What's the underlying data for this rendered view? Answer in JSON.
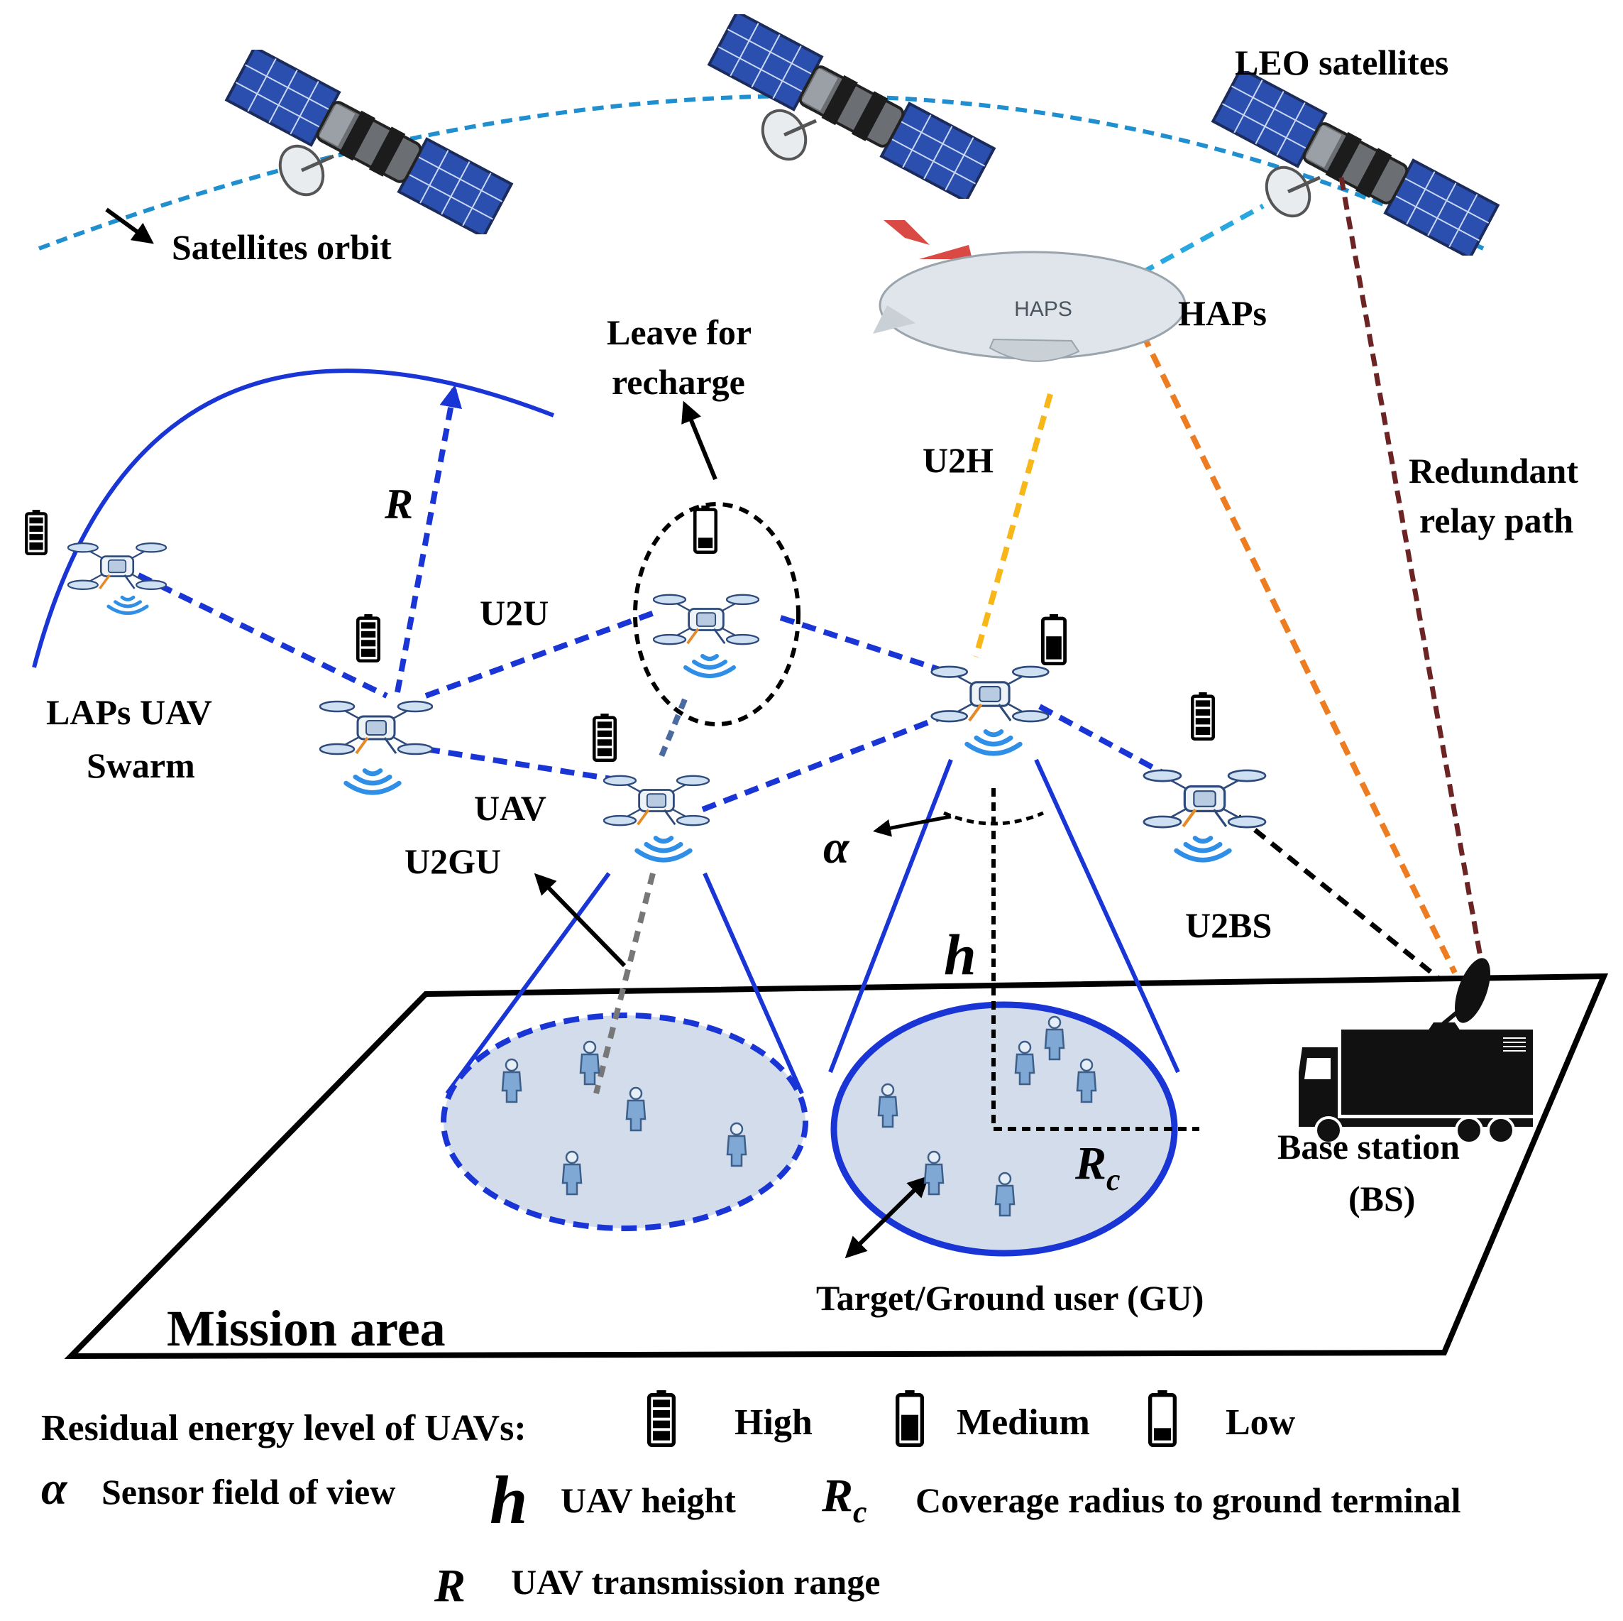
{
  "labels": {
    "leo_satellites": "LEO satellites",
    "satellites_orbit": "Satellites orbit",
    "haps_body": "HAPS",
    "haps": "HAPs",
    "leave_for_recharge_1": "Leave for",
    "leave_for_recharge_2": "recharge",
    "u2h": "U2H",
    "redundant_relay_1": "Redundant",
    "redundant_relay_2": "relay path",
    "r_symbol": "R",
    "u2u": "U2U",
    "laps_1": "LAPs UAV",
    "laps_2": "Swarm",
    "uav": "UAV",
    "u2gu": "U2GU",
    "alpha": "α",
    "h_symbol": "h",
    "u2bs": "U2BS",
    "rc_main": "R",
    "rc_sub": "c",
    "base_station_1": "Base station",
    "base_station_2": "(BS)",
    "target_gu": "Target/Ground user (GU)",
    "mission_area": "Mission area"
  },
  "legend": {
    "energy_title": "Residual energy level of UAVs:",
    "high": "High",
    "medium": "Medium",
    "low": "Low",
    "alpha_symbol": "α",
    "alpha_desc": "Sensor field of view",
    "h_symbol": "h",
    "h_desc": "UAV height",
    "rc_symbol": "R",
    "rc_sub": "c",
    "rc_desc": "Coverage radius to ground terminal",
    "r_symbol": "R",
    "r_desc": "UAV transmission range"
  },
  "colors": {
    "uav_link": "#1a35d6",
    "orbit": "#1f8fd0",
    "sat_haps_link": "#29a8e0",
    "u2h_link": "#f7b718",
    "haps_bs_link": "#ee7d22",
    "redundant_link": "#6b2323",
    "coverage_fill": "#d3dcea",
    "person": "#7fa9d4"
  }
}
